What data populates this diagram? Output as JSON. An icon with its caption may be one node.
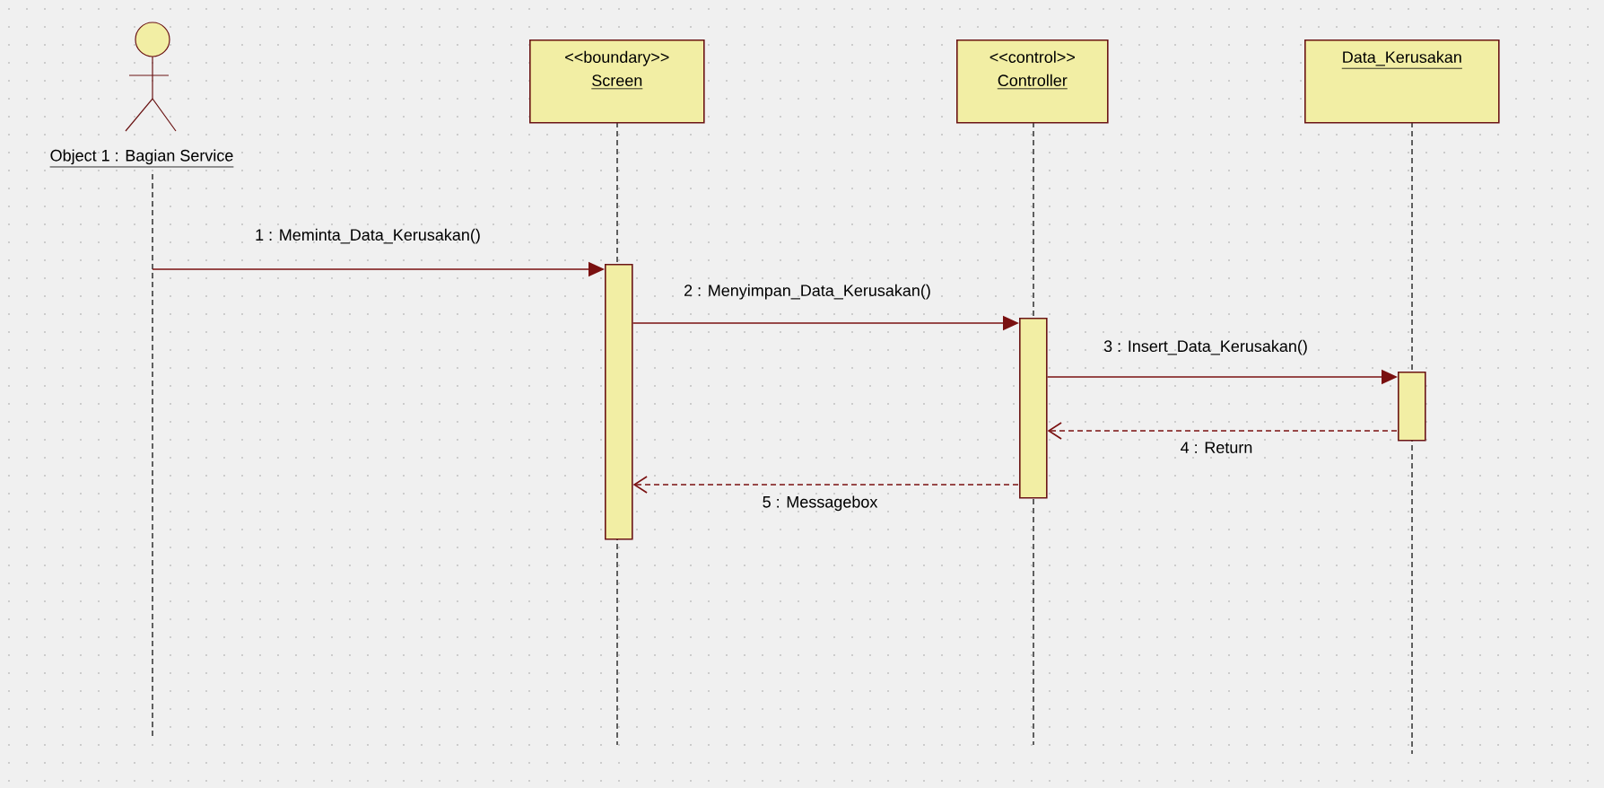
{
  "diagram": {
    "nodes": [
      {
        "text": [
          "Object 1 : Bagian Service"
        ]
      },
      {
        "text": [
          "<<boundary>>",
          "Screen"
        ]
      },
      {
        "text": [
          "<<control>>",
          "Controller"
        ]
      },
      {
        "text": [
          "Data_Kerusakan"
        ]
      },
      {
        "text": [],
        "shape": "bar"
      },
      {
        "text": [],
        "shape": "bar"
      },
      {
        "text": [],
        "shape": "bar"
      }
    ],
    "edges": [
      {
        "from": null,
        "to": 4,
        "arrow": "to",
        "label": "1 : Meminta_Data_Kerusakan()"
      },
      {
        "from": 4,
        "to": 5,
        "arrow": "to",
        "label": "2 : Menyimpan_Data_Kerusakan()"
      },
      {
        "from": 5,
        "to": 6,
        "arrow": "to",
        "label": "3 : Insert_Data_Kerusakan()"
      },
      {
        "from": 6,
        "to": 5,
        "arrow": "to",
        "label": "4 : Return",
        "style": "dashed"
      },
      {
        "from": 5,
        "to": 4,
        "arrow": "to",
        "label": "5 : Messagebox",
        "style": "dashed"
      }
    ]
  }
}
